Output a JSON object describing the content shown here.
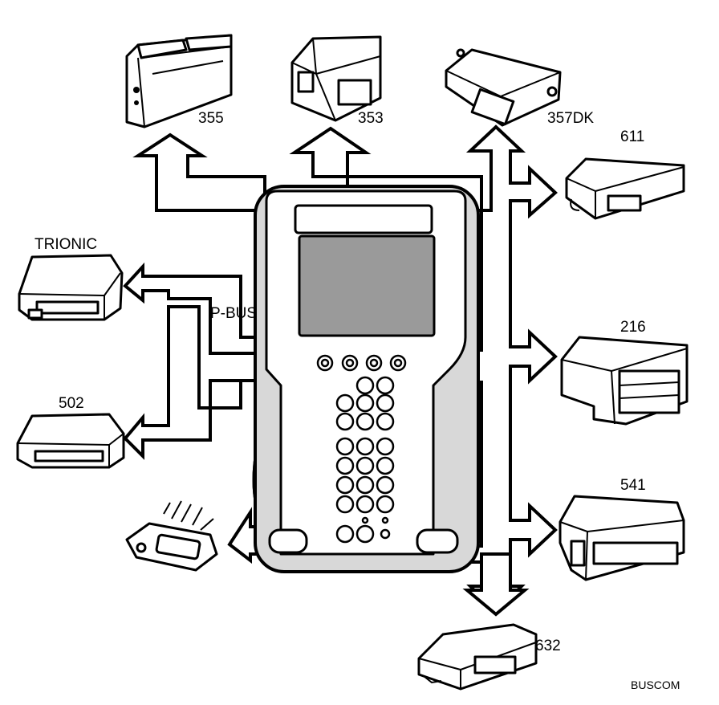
{
  "labels": {
    "m355": "355",
    "m353": "353",
    "m357dk": "357DK",
    "m611": "611",
    "trionic": "TRIONIC",
    "pbus": "P-BUS",
    "m216": "216",
    "m502": "502",
    "m541": "541",
    "m632": "632",
    "buscom": "BUSCOM"
  }
}
